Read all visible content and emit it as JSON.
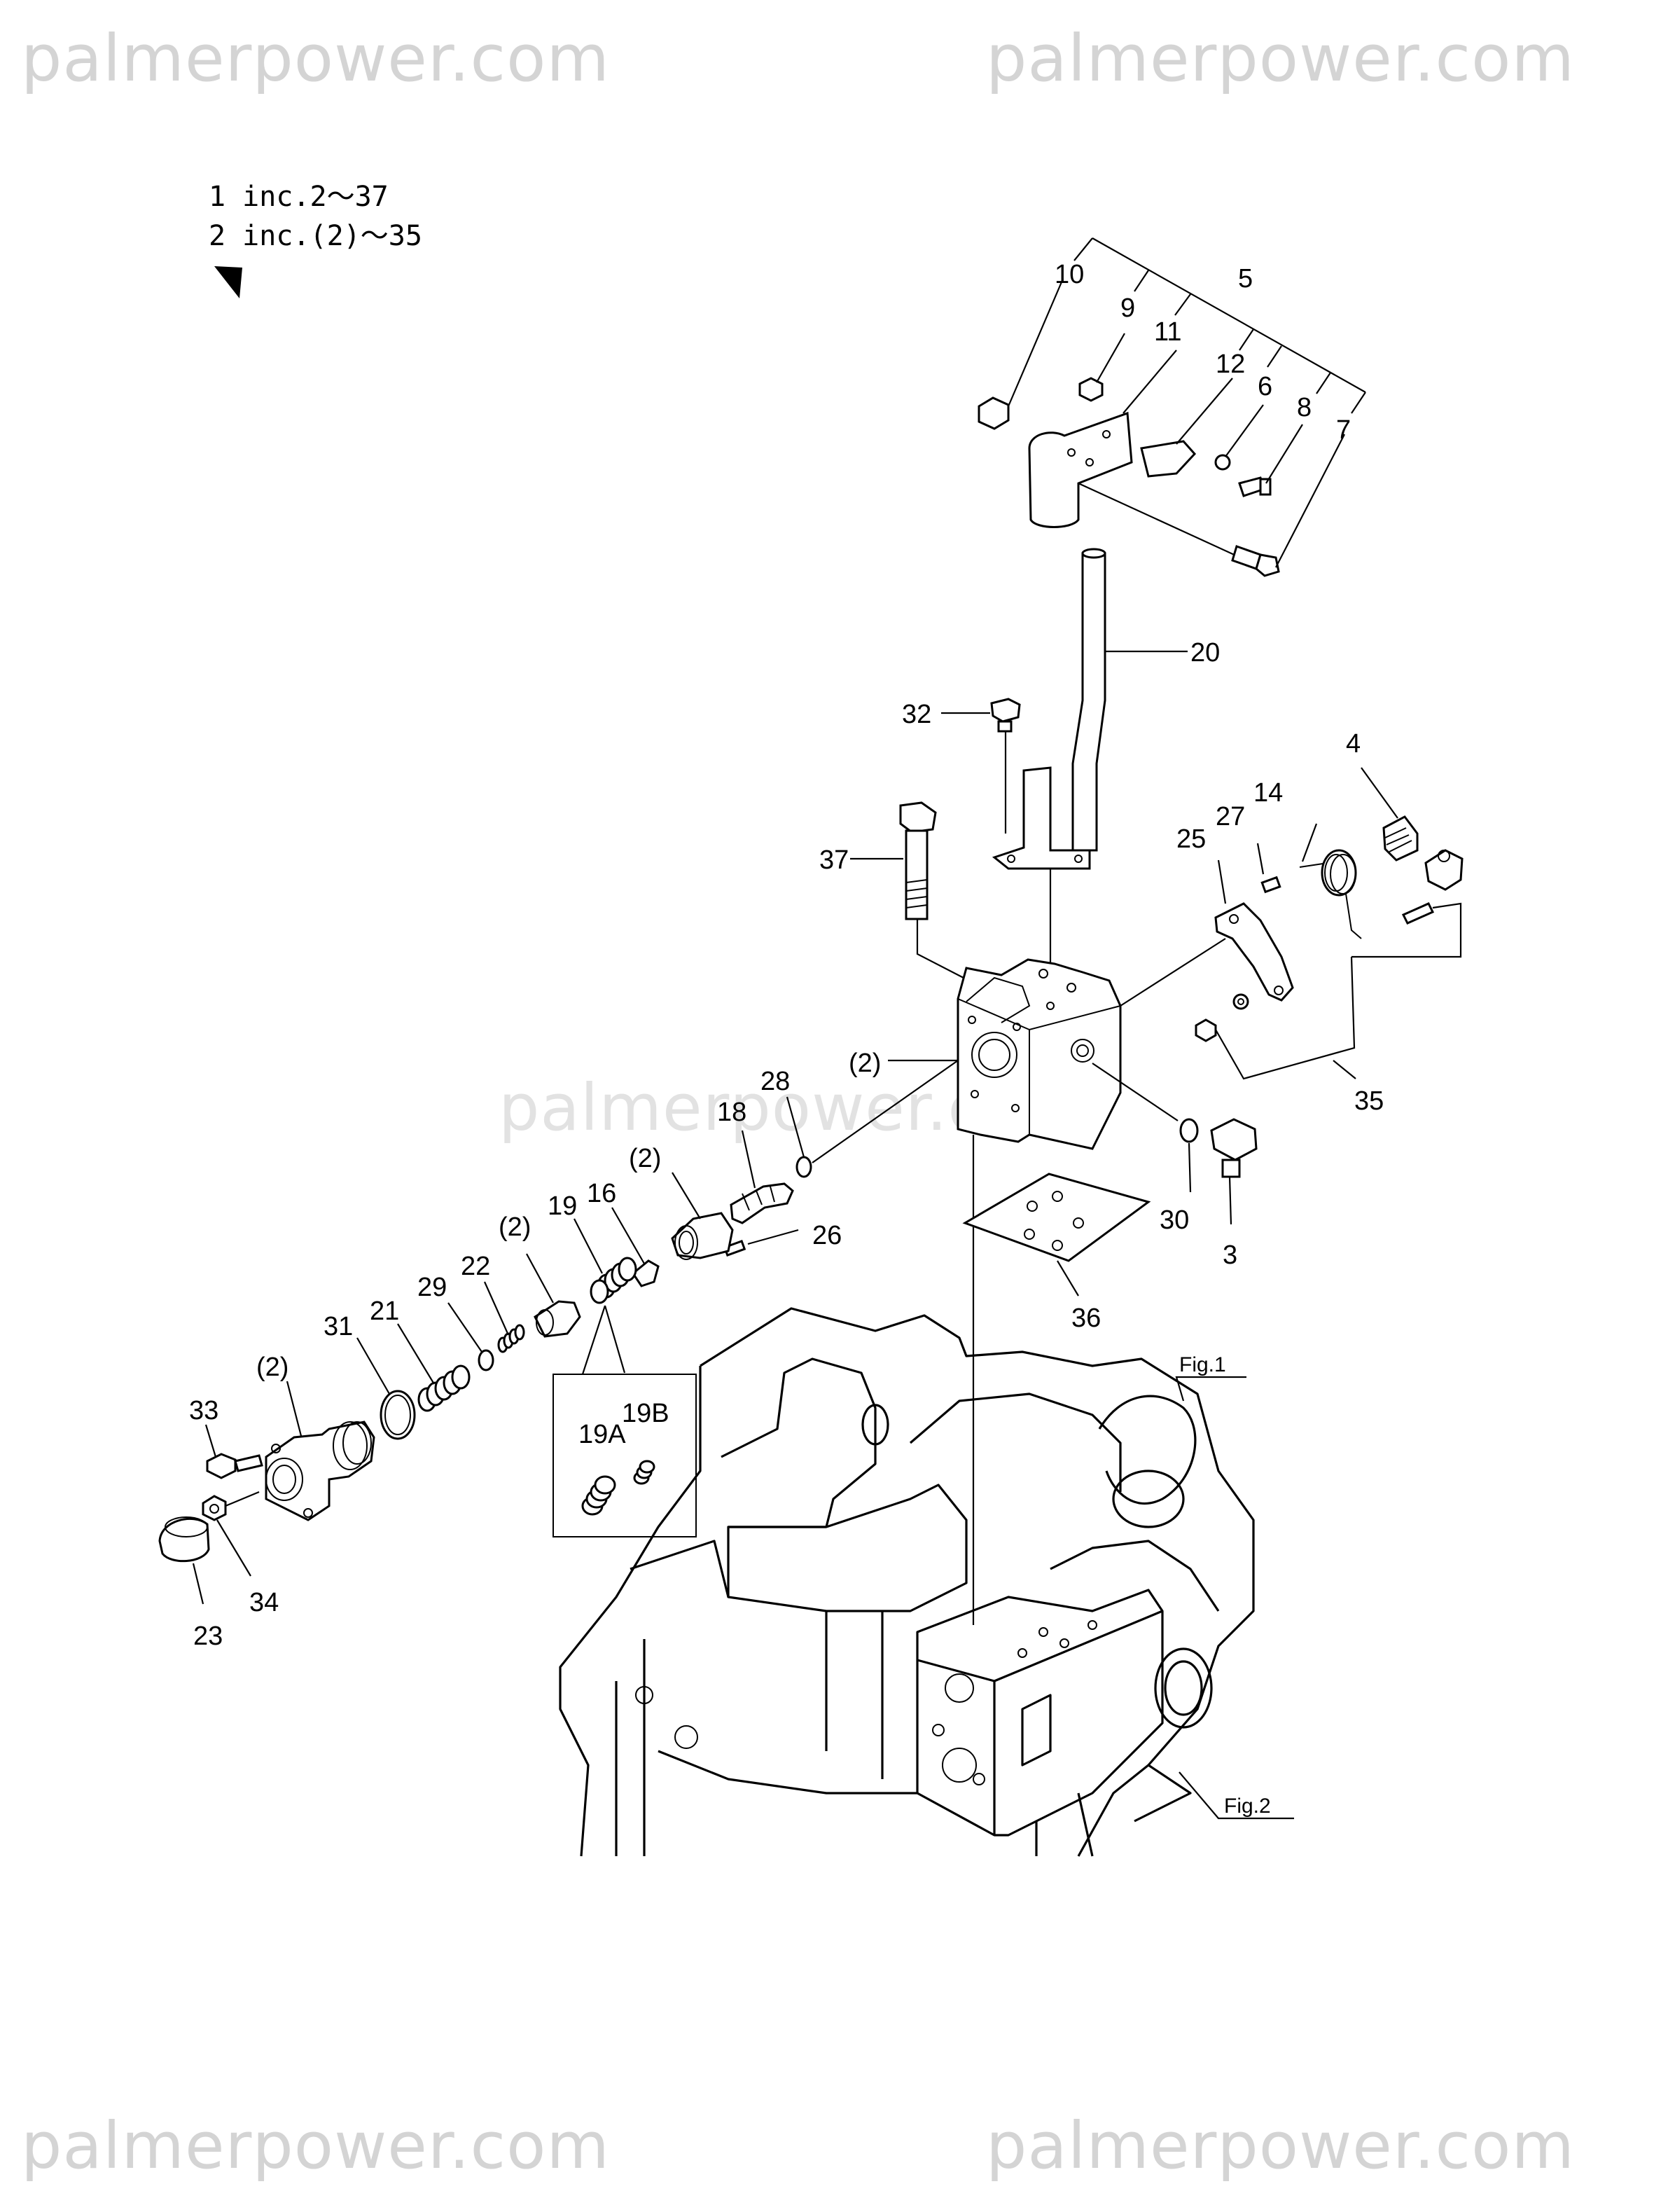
{
  "watermarks": {
    "top_left": "palmerpower.com",
    "top_right": "palmerpower.com",
    "middle": "palmerpower.com",
    "bottom_left": "palmerpower.com",
    "bottom_right": "palmerpower.com"
  },
  "legend": {
    "line1": "1 inc.2～37",
    "line2": "2 inc.(2)～35"
  },
  "callouts": {
    "p3": "3",
    "p4": "4",
    "p5": "5",
    "p6": "6",
    "p7": "7",
    "p8": "8",
    "p9": "9",
    "p10": "10",
    "p11": "11",
    "p12": "12",
    "p14": "14",
    "p16": "16",
    "p18": "18",
    "p19": "19",
    "p19a": "19A",
    "p19b": "19B",
    "p20": "20",
    "p21": "21",
    "p22": "22",
    "p23": "23",
    "p25": "25",
    "p26": "26",
    "p27": "27",
    "p28": "28",
    "p29": "29",
    "p30": "30",
    "p31": "31",
    "p32": "32",
    "p33": "33",
    "p34": "34",
    "p35": "35",
    "p36": "36",
    "p37": "37",
    "sub_a": "(2)",
    "sub_b": "(2)",
    "sub_c": "(2)",
    "sub_d": "(2)"
  },
  "figure_refs": {
    "fig1": "Fig.1",
    "fig2": "Fig.2"
  }
}
